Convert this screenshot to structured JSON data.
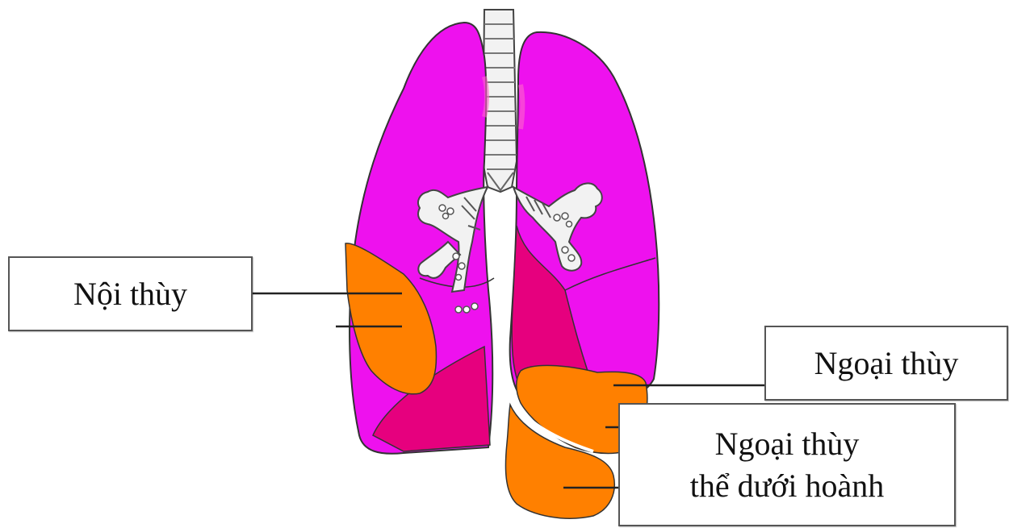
{
  "labels": {
    "noi_thuy": "Nội thùy",
    "ngoai_thuy": "Ngoại thùy",
    "ngoai_thuy_duoi_hoanh_line1": "Ngoại thùy",
    "ngoai_thuy_duoi_hoanh_line2": "thể dưới hoành"
  },
  "colors": {
    "lung": "#ee11ee",
    "lung_dark": "#e6007e",
    "sequestration": "#ff8000",
    "trachea": "#f2f2f2",
    "outline": "#333333"
  }
}
